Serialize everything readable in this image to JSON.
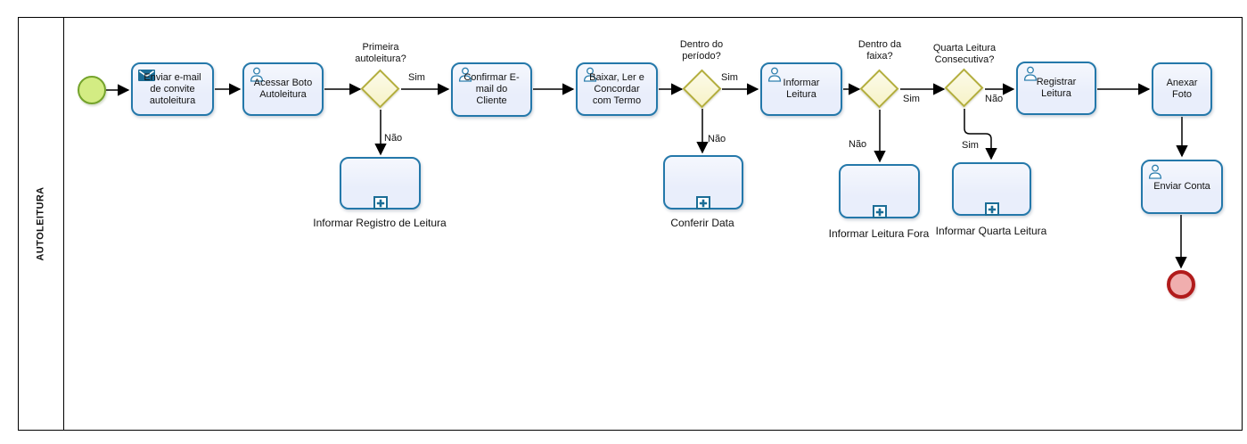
{
  "lane": {
    "label": "AUTOLEITURA"
  },
  "colors": {
    "task_fill": "#e9eefb",
    "task_border": "#2478aa",
    "gateway_fill": "#f7f3c8",
    "gateway_border": "#b3ae3e",
    "start_fill": "#d3ec83",
    "start_border": "#74a32b",
    "end_fill": "#f0aeae",
    "end_border": "#b11b1b",
    "icon_color": "#1b6d96",
    "text_color": "#111111"
  },
  "tasks": [
    {
      "label": "Enviar e-mail de convite autoleitura",
      "icon": "mail-icon"
    },
    {
      "label": "Acessar Boto Autoleitura",
      "icon": "user-icon"
    },
    {
      "label": "Confirmar E-mail do Cliente",
      "icon": "user-icon"
    },
    {
      "label": "Baixar,  Ler e Concordar com Termo",
      "icon": "user-icon"
    },
    {
      "label": "Informar Leitura",
      "icon": "user-icon"
    },
    {
      "label": "Registrar Leitura",
      "icon": "user-icon"
    },
    {
      "label": "Anexar Foto",
      "icon": "none"
    },
    {
      "label": "Enviar Conta",
      "icon": "user-icon"
    }
  ],
  "gateways": [
    {
      "question": "Primeira autoleitura?"
    },
    {
      "question": "Dentro do período?"
    },
    {
      "question": "Dentro da faixa?"
    },
    {
      "question": "Quarta Leitura Consecutiva?"
    }
  ],
  "subprocesses": [
    {
      "label": "Informar Registro de Leitura"
    },
    {
      "label": "Conferir Data"
    },
    {
      "label": "Informar Leitura Fora"
    },
    {
      "label": "Informar Quarta Leitura"
    }
  ],
  "edge_labels": {
    "g1_sim": "Sim",
    "g1_nao": "Não",
    "g2_sim": "Sim",
    "g2_nao": "Não",
    "g3_sim": "Sim",
    "g3_nao": "Não",
    "g4_nao": "Não",
    "g4_sim": "Sim"
  }
}
